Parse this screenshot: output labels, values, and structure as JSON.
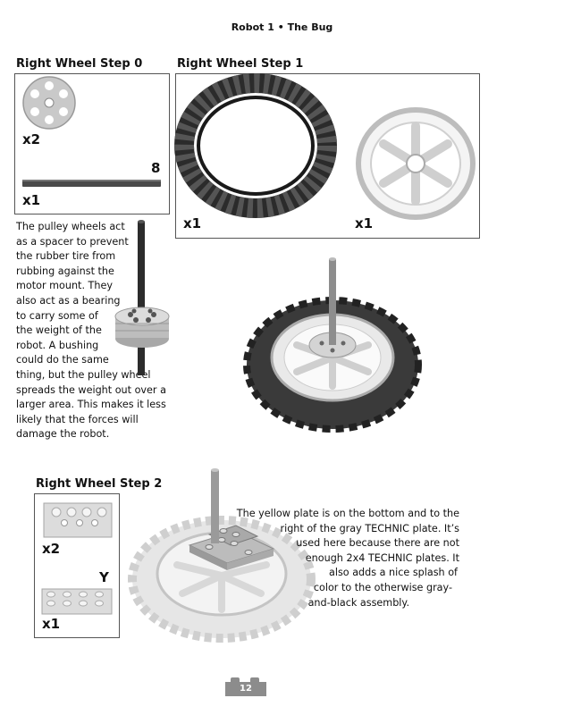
{
  "header": {
    "title": "Robot 1 • The Bug"
  },
  "step0": {
    "title": "Right Wheel Step 0",
    "pulley_qty": "x2",
    "axle_qty": "x1",
    "axle_length": "8"
  },
  "step1": {
    "title": "Right Wheel Step 1",
    "tire_qty": "x1",
    "hub_qty": "x1"
  },
  "step2": {
    "title": "Right Wheel Step 2",
    "plate_qty": "x2",
    "yellow_plate_qty": "x1",
    "yellow_marker": "Y"
  },
  "pulley_paragraph": [
    "The pulley wheels act",
    "as a spacer to prevent",
    "the rubber tire from",
    "rubbing against the",
    "motor mount. They",
    "also act as a bearing",
    "to carry some of",
    "the weight of the",
    "robot. A bushing",
    "could do the same",
    "thing, but the pulley wheel",
    "spreads the weight out over a",
    "larger area. This makes it less",
    "likely that the forces will",
    "damage the robot."
  ],
  "yellow_paragraph": [
    "The yellow plate is on the bottom and to the",
    "right of the gray TECHNIC plate. It’s",
    "used here because there are not",
    "enough 2x4 TECHNIC plates. It",
    "also adds a nice splash of",
    "color to the otherwise gray-",
    "and-black assembly."
  ],
  "page_number": "12"
}
